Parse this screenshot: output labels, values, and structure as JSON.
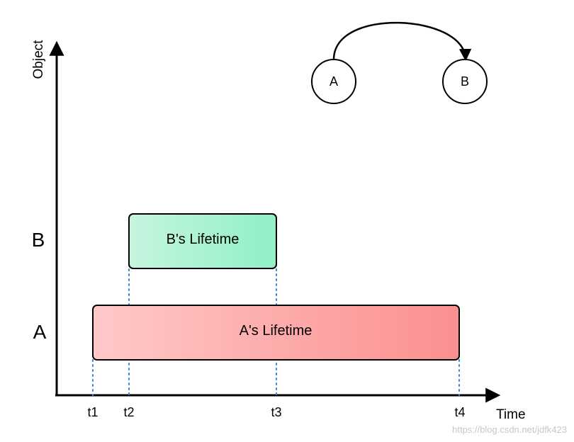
{
  "axes": {
    "y_label": "Object",
    "x_label": "Time"
  },
  "rows": [
    {
      "key": "B",
      "label": "B"
    },
    {
      "key": "A",
      "label": "A"
    }
  ],
  "ticks": [
    {
      "key": "t1",
      "label": "t1"
    },
    {
      "key": "t2",
      "label": "t2"
    },
    {
      "key": "t3",
      "label": "t3"
    },
    {
      "key": "t4",
      "label": "t4"
    }
  ],
  "lifetimes": [
    {
      "key": "b",
      "row": "B",
      "label": "B's Lifetime",
      "start": "t2",
      "end": "t3",
      "color_start": "#c6f5df",
      "color_end": "#8ff0c5"
    },
    {
      "key": "a",
      "row": "A",
      "label": "A's Lifetime",
      "start": "t1",
      "end": "t4",
      "color_start": "#ffc9c9",
      "color_end": "#fb8f8f"
    }
  ],
  "reference": {
    "from": "A",
    "to": "B"
  },
  "watermark": "https://blog.csdn.net/jdfk423"
}
